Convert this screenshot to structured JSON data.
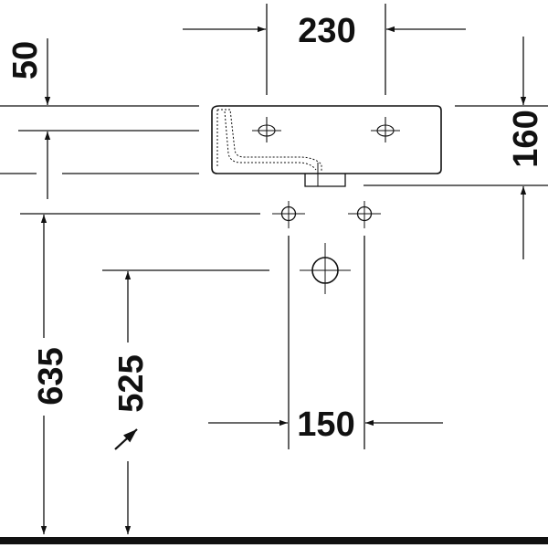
{
  "dimensions": {
    "width_top": "230",
    "offset_top": "50",
    "depth_right": "160",
    "height_left": "635",
    "height_inner": "525",
    "width_bottom": "150"
  },
  "colors": {
    "line": "#111111",
    "background": "#ffffff"
  }
}
